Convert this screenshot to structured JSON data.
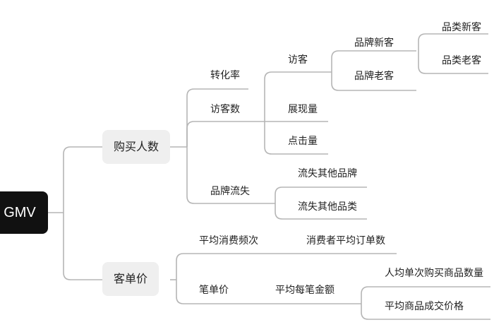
{
  "root": "GMV",
  "branches": {
    "buyers": "购买人数",
    "aov": "客单价"
  },
  "labels": {
    "conversion": "转化率",
    "visitors_count": "访客数",
    "brand_churn": "品牌流失",
    "visitor": "访客",
    "brand_new": "品牌新客",
    "brand_old": "品牌老客",
    "cat_new": "品类新客",
    "cat_old": "品类老客",
    "impressions": "展现量",
    "clicks": "点击量",
    "churn_brand": "流失其他品牌",
    "churn_category": "流失其他品类",
    "avg_freq": "平均消费频次",
    "avg_orders": "消费者平均订单数",
    "per_order": "笔单价",
    "avg_amount": "平均每笔金额",
    "avg_qty": "人均单次购买商品数量",
    "avg_price": "平均商品成交价格"
  },
  "colors": {
    "root_bg": "#111111",
    "branch_bg": "#efefef",
    "line": "#b5b5b5"
  }
}
